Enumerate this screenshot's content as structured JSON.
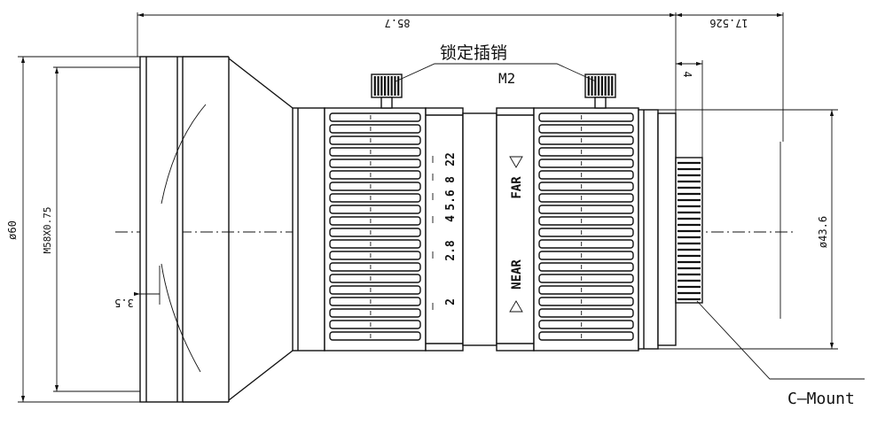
{
  "labels": {
    "overall_length": "85.7",
    "flange_distance": "17.526",
    "outer_diameter": "ø60",
    "front_thread": "M58X0.75",
    "front_step": "3.5",
    "rear_step": "4",
    "rear_diameter": "ø43.6",
    "lock_pin_cn": "锁定插销",
    "lock_pin_thread": "M2",
    "mount": "C–Mount"
  },
  "iris_scale": [
    "2",
    "2.8",
    "4",
    "5.6",
    "8",
    "22"
  ],
  "focus_labels": {
    "near": "NEAR",
    "far": "FAR"
  }
}
